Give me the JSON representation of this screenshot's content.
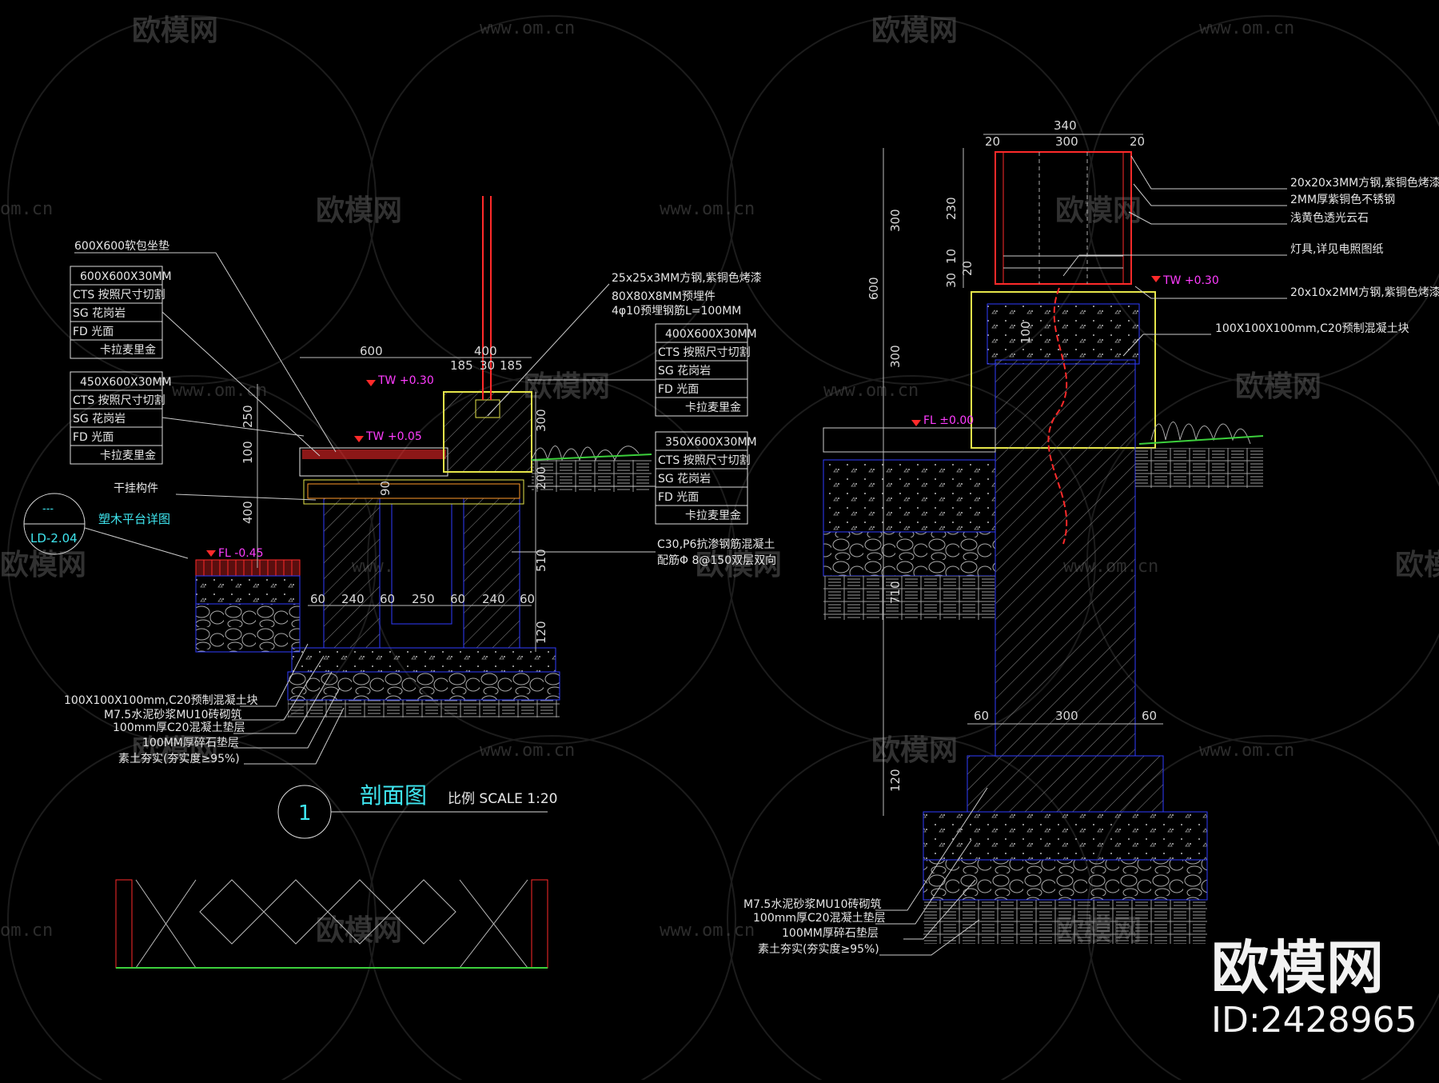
{
  "watermarks": {
    "brand": "欧模网",
    "url": "www.om.cn",
    "url_short": "om.cn",
    "corner_brand": "欧模网",
    "corner_id": "ID:2428965"
  },
  "left_section": {
    "top_callouts": {
      "cushion": "600X600软包坐垫",
      "steel_tube": "25x25x3MM方钢,紫铜色烤漆",
      "embed_plate": "80X80X8MM预埋件",
      "embed_rebar": "4φ10预埋钢筋L=100MM"
    },
    "table_a": [
      "600X600X30MM",
      "CTS 按照尺寸切割",
      "SG 花岗岩",
      "FD 光面",
      "卡拉麦里金"
    ],
    "table_b": [
      "450X600X30MM",
      "CTS 按照尺寸切割",
      "SG 花岗岩",
      "FD 光面",
      "卡拉麦里金"
    ],
    "table_c": [
      "400X600X30MM",
      "CTS 按照尺寸切割",
      "SG 花岗岩",
      "FD 光面",
      "卡拉麦里金"
    ],
    "table_d": [
      "350X600X30MM",
      "CTS 按照尺寸切割",
      "SG 花岗岩",
      "FD 光面",
      "卡拉麦里金"
    ],
    "dry_hang": "干挂构件",
    "ref_code": "LD-2.04",
    "ref_dash": "---",
    "deck_detail": "塑木平台详图",
    "concrete_note": "C30,P6抗渗钢筋混凝土",
    "rebar_note": "配筋Φ 8@150双层双向",
    "levels": [
      "TW +0.30",
      "TW +0.05",
      "FL -0.45"
    ],
    "dims_top": [
      "600",
      "400",
      "185",
      "30",
      "185"
    ],
    "dims_left": [
      "250",
      "100",
      "400"
    ],
    "dims_right": [
      "300",
      "200",
      "510",
      "120"
    ],
    "dims_bottom": [
      "60",
      "240",
      "60",
      "250",
      "60",
      "240",
      "60"
    ],
    "small_dim": "90",
    "bottom_callouts": [
      "100X100X100mm,C20预制混凝土块",
      "M7.5水泥砂浆MU10砖砌筑",
      "100mm厚C20混凝土垫层",
      "100MM厚碎石垫层",
      "素土夯实(夯实度≥95%)"
    ],
    "title_number": "1",
    "title": "剖面图",
    "scale": "比例 SCALE 1:20"
  },
  "right_section": {
    "dims_top": [
      "340",
      "20",
      "300",
      "20"
    ],
    "dims_left": [
      "300",
      "230",
      "600",
      "10",
      "20",
      "30",
      "300",
      "710",
      "120"
    ],
    "dims_mid": [
      "100"
    ],
    "dims_bottom": [
      "60",
      "300",
      "60"
    ],
    "level_tw": "TW +0.30",
    "level_fl": "FL ±0.00",
    "callouts": [
      "20x20x3MM方钢,紫铜色烤漆",
      "2MM厚紫铜色不锈钢",
      "浅黄色透光云石",
      "灯具,详见电照图纸",
      "20x10x2MM方钢,紫铜色烤漆",
      "100X100X100mm,C20预制混凝土块"
    ],
    "bottom_callouts": [
      "M7.5水泥砂浆MU10砖砌筑",
      "100mm厚C20混凝土垫层",
      "100MM厚碎石垫层",
      "素土夯实(夯实度≥95%)"
    ]
  },
  "colors": {
    "background": "#000000",
    "line": "#e6e6e6",
    "section_outline": "#2f3cff",
    "level_marker": "#ff3cff",
    "frame_red": "#ff2a2a",
    "title_cyan": "#3fe6f0",
    "finish_yellow": "#e6e64a",
    "grass_green": "#3ccf3c"
  }
}
